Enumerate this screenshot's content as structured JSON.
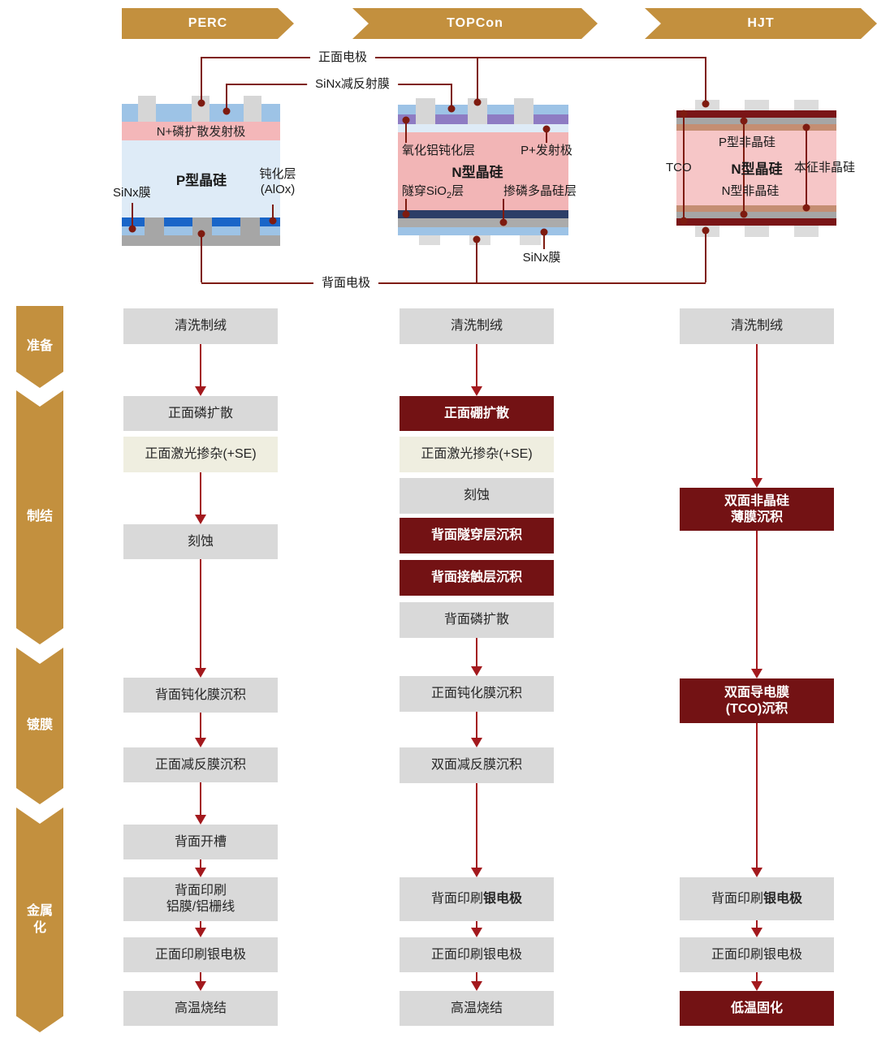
{
  "banners": {
    "perc": "PERC",
    "topcon": "TOPCon",
    "hjt": "HJT"
  },
  "annotations": {
    "front_electrode": "正面电极",
    "arc_film": "SiNx减反射膜",
    "back_electrode": "背面电极"
  },
  "stages": {
    "s1": "准备",
    "s2": "制结",
    "s3": "镀膜",
    "s4": "金属化"
  },
  "cells": {
    "perc": {
      "emitter": "N+磷扩散发射极",
      "body": "P型晶硅",
      "sinx": "SiNx膜",
      "passivation_line1": "钝化层",
      "passivation_line2": "(AlOx)"
    },
    "topcon": {
      "alox": "氧化铝钝化层",
      "p_emitter": "P+发射极",
      "body": "N型晶硅",
      "tunnel_pre": "隧穿SiO",
      "tunnel_sub": "2",
      "tunnel_post": "层",
      "poly": "掺磷多晶硅层",
      "sinx": "SiNx膜"
    },
    "hjt": {
      "tco": "TCO",
      "p_asi": "P型非晶硅",
      "body": "N型晶硅",
      "n_asi": "N型非晶硅",
      "intrinsic": "本征非晶硅"
    }
  },
  "flows": {
    "perc": {
      "s1": "清洗制绒",
      "s2": "正面磷扩散",
      "s3": "正面激光掺杂(+SE)",
      "s4": "刻蚀",
      "s5": "背面钝化膜沉积",
      "s6": "正面减反膜沉积",
      "s7": "背面开槽",
      "s8a": "背面印刷",
      "s8b": "铝膜/铝栅线",
      "s9": "正面印刷银电极",
      "s10": "高温烧结"
    },
    "topcon": {
      "s1": "清洗制绒",
      "s2": "正面硼扩散",
      "s3": "正面激光掺杂(+SE)",
      "s4": "刻蚀",
      "s5": "背面隧穿层沉积",
      "s6": "背面接触层沉积",
      "s7": "背面磷扩散",
      "s8": "正面钝化膜沉积",
      "s9": "双面减反膜沉积",
      "s10a": "背面印刷",
      "s10b": "银电极",
      "s11": "正面印刷银电极",
      "s12": "高温烧结"
    },
    "hjt": {
      "s1": "清洗制绒",
      "s2a": "双面非晶硅",
      "s2b": "薄膜沉积",
      "s3a": "双面导电膜",
      "s3b": "(TCO)沉积",
      "s4a": "背面印刷",
      "s4b": "银电极",
      "s5": "正面印刷银电极",
      "s6": "低温固化"
    }
  },
  "colors": {
    "gold": "#C3903E",
    "dark_red_box": "#731214",
    "arrow_red": "#A3191D",
    "line_maroon": "#7E1B10",
    "box_gray": "#D9D9D9",
    "box_cream": "#EFEEE0",
    "arc_blue": "#9DC3E6",
    "body_light_blue": "#DEEBF7",
    "pink": "#F4B7B9",
    "purple": "#8E7CC3",
    "navy": "#2C3E67",
    "alox_blue": "#1965C8",
    "electrode_gray": "#A6A6A6",
    "tan": "#C48E73",
    "tco_maroon": "#7A1517"
  }
}
